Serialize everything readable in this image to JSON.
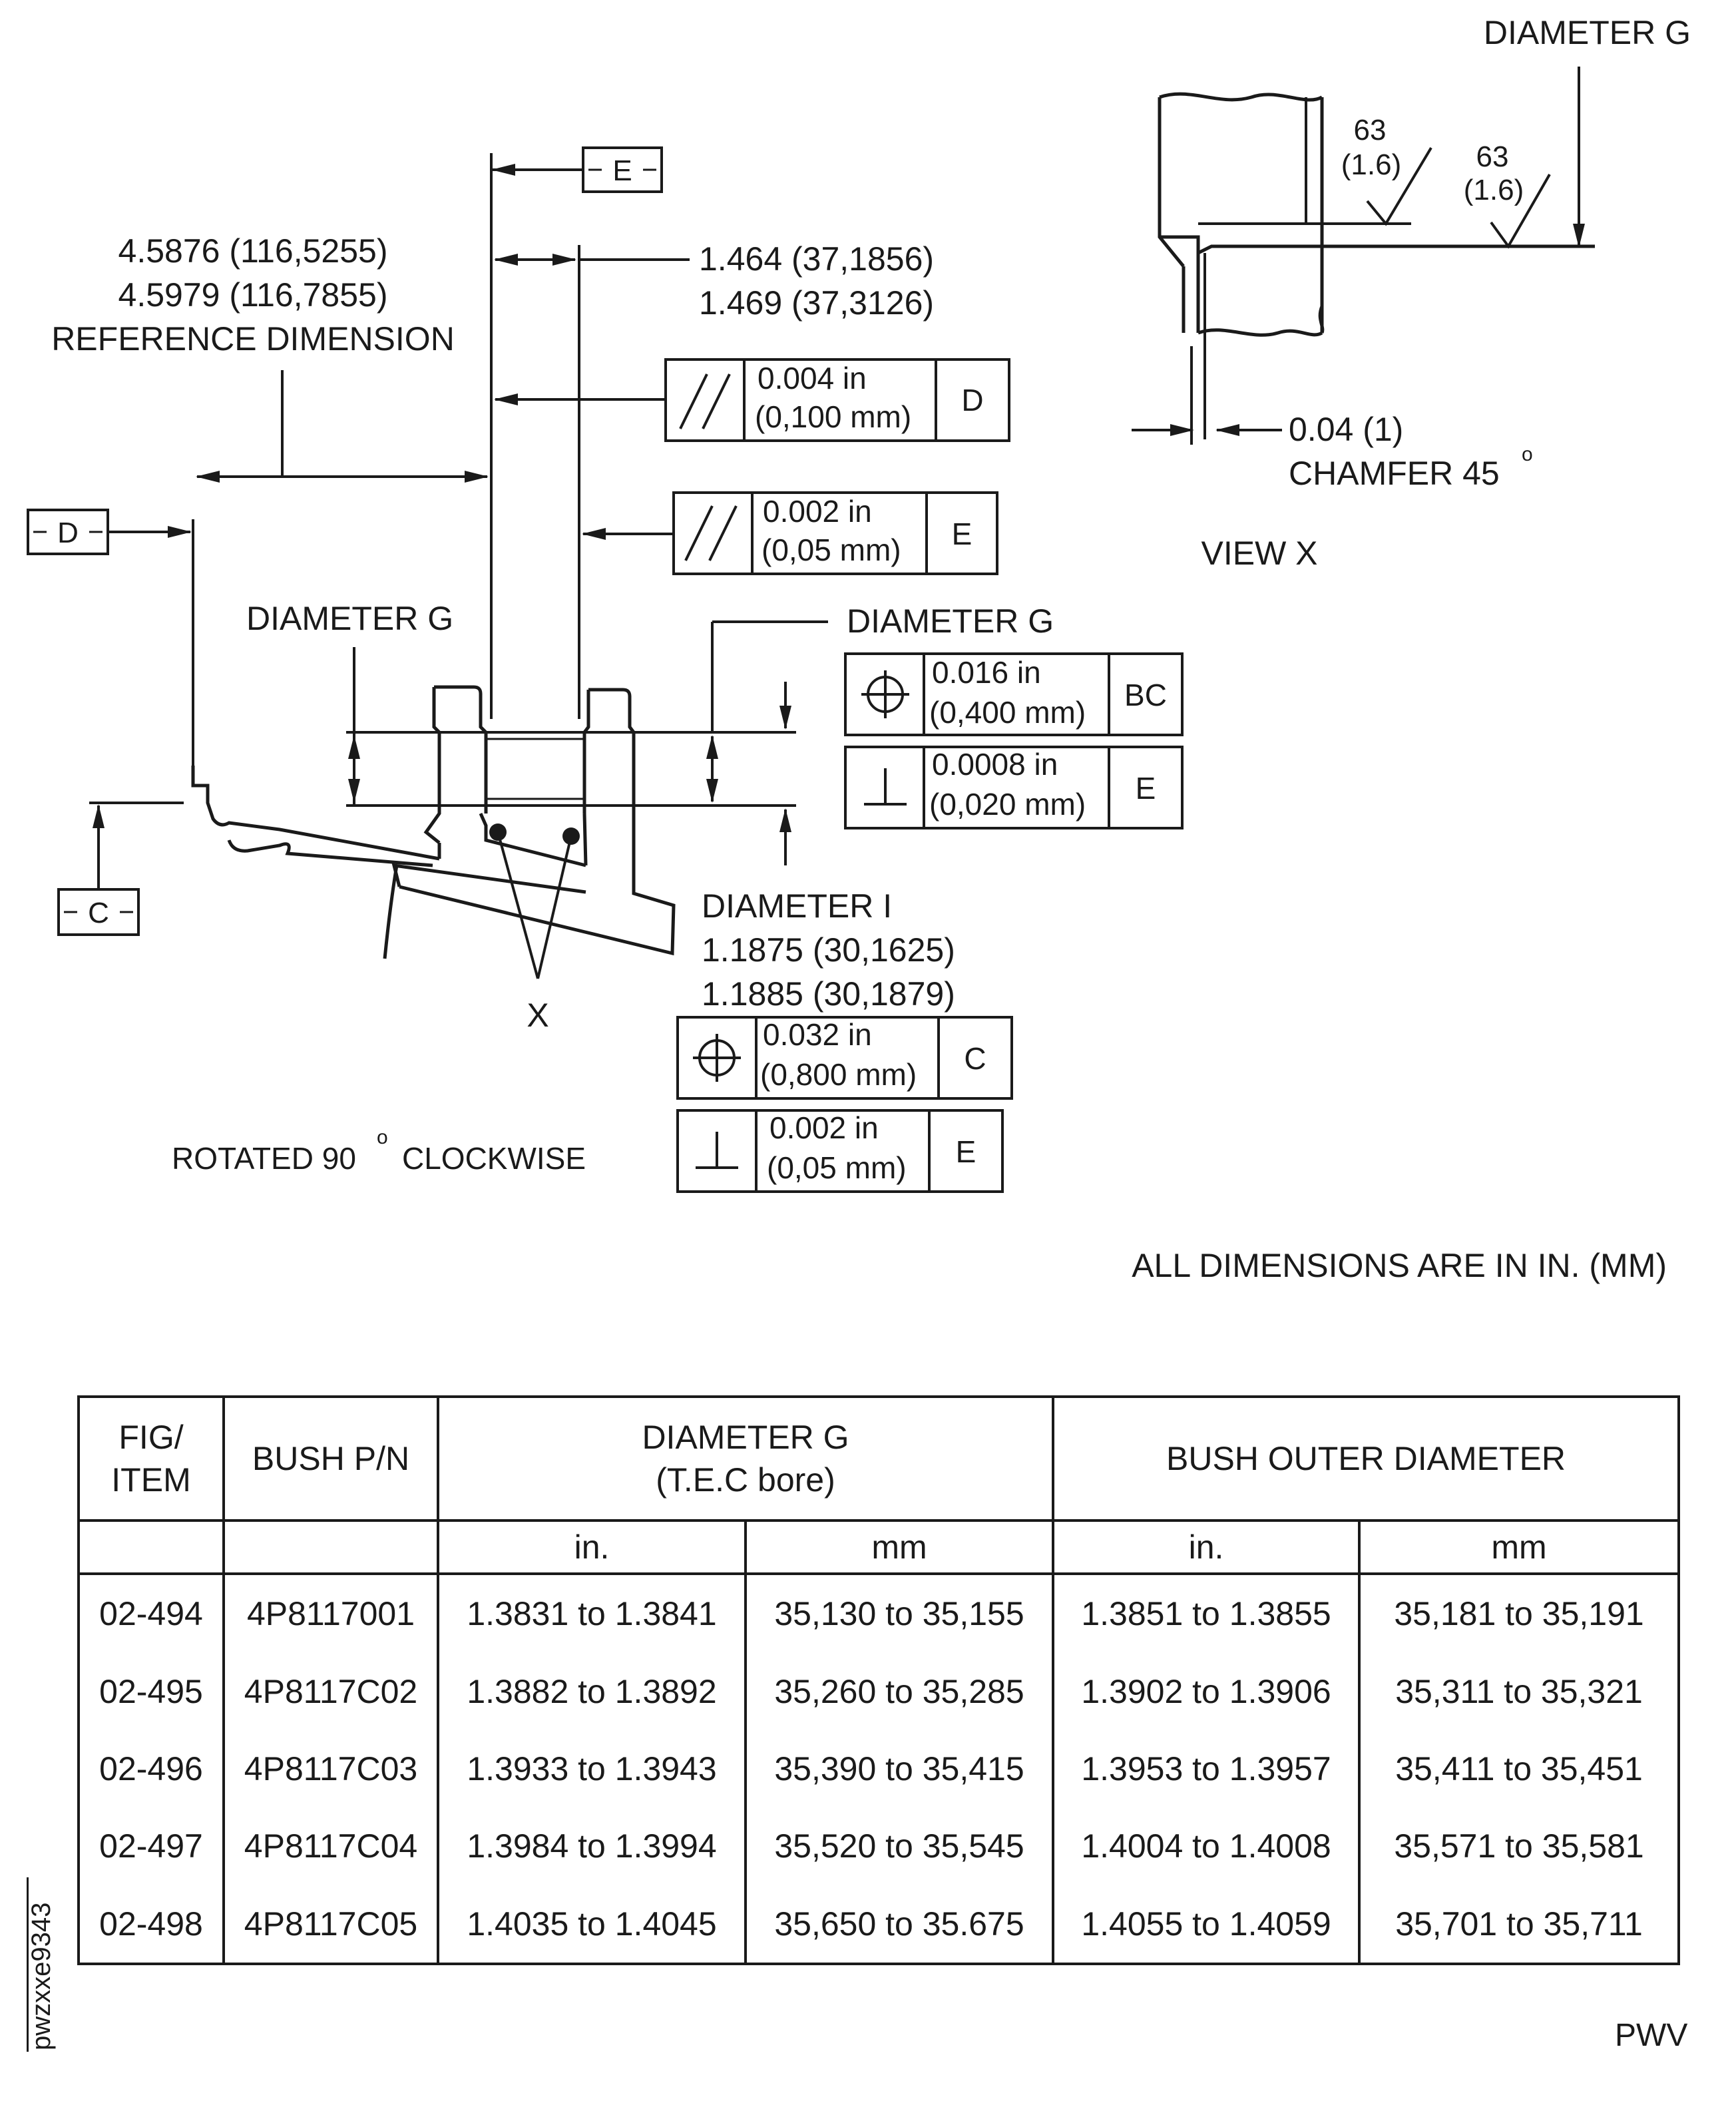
{
  "main_view": {
    "datum_e": "E",
    "datum_d": "D",
    "datum_c": "C",
    "ref_dim_line1": "4.5876 (116,5255)",
    "ref_dim_line2": "4.5979 (116,7855)",
    "ref_dim_line3": "REFERENCE DIMENSION",
    "width_dim_line1": "1.464 (37,1856)",
    "width_dim_line2": "1.469 (37,3126)",
    "diameter_g_left": "DIAMETER G",
    "diameter_g_right": "DIAMETER G",
    "diameter_i_line1": "DIAMETER I",
    "diameter_i_line2": "1.1875 (30,1625)",
    "diameter_i_line3": "1.1885 (30,1879)",
    "detail_marker": "X",
    "rotated_note": "ROTATED 90",
    "rotated_note_deg": "o",
    "rotated_note_tail": "CLOCKWISE"
  },
  "feature_control_frames": {
    "parallel_d": {
      "symbol": "parallelism",
      "tol_in": "0.004 in",
      "tol_mm": "(0,100 mm)",
      "datum": "D"
    },
    "parallel_e": {
      "symbol": "parallelism",
      "tol_in": "0.002 in",
      "tol_mm": "(0,05 mm)",
      "datum": "E"
    },
    "position_bc": {
      "symbol": "position",
      "tol_in": "0.016 in",
      "tol_mm": "(0,400 mm)",
      "datum": "BC"
    },
    "perp_e_1": {
      "symbol": "perpendicularity",
      "tol_in": "0.0008 in",
      "tol_mm": "(0,020 mm)",
      "datum": "E"
    },
    "position_c": {
      "symbol": "position",
      "tol_in": "0.032 in",
      "tol_mm": "(0,800 mm)",
      "datum": "C"
    },
    "perp_e_2": {
      "symbol": "perpendicularity",
      "tol_in": "0.002 in",
      "tol_mm": "(0,05 mm)",
      "datum": "E"
    }
  },
  "view_x": {
    "diameter_g": "DIAMETER G",
    "finish_1": "63",
    "finish_1_metric": "(1.6)",
    "finish_2": "63",
    "finish_2_metric": "(1.6)",
    "chamfer_line1": "0.04 (1)",
    "chamfer_line2": "CHAMFER 45",
    "chamfer_deg": "o",
    "view_label": "VIEW X"
  },
  "units_note": "ALL DIMENSIONS ARE IN IN. (MM)",
  "table": {
    "headers": {
      "fig_item_1": "FIG/",
      "fig_item_2": "ITEM",
      "bush_pn": "BUSH P/N",
      "dia_g_1": "DIAMETER G",
      "dia_g_2": "(T.E.C bore)",
      "bush_od": "BUSH OUTER DIAMETER",
      "unit_in": "in.",
      "unit_mm": "mm"
    },
    "rows": [
      {
        "item": "02-494",
        "pn": "4P8117001",
        "g_in": "1.3831 to 1.3841",
        "g_mm": "35,130 to 35,155",
        "od_in": "1.3851 to 1.3855",
        "od_mm": "35,181 to 35,191"
      },
      {
        "item": "02-495",
        "pn": "4P8117C02",
        "g_in": "1.3882 to 1.3892",
        "g_mm": "35,260 to 35,285",
        "od_in": "1.3902 to 1.3906",
        "od_mm": "35,311 to 35,321"
      },
      {
        "item": "02-496",
        "pn": "4P8117C03",
        "g_in": "1.3933 to 1.3943",
        "g_mm": "35,390 to 35,415",
        "od_in": "1.3953 to 1.3957",
        "od_mm": "35,411 to 35,451"
      },
      {
        "item": "02-497",
        "pn": "4P8117C04",
        "g_in": "1.3984 to 1.3994",
        "g_mm": "35,520 to 35,545",
        "od_in": "1.4004 to 1.4008",
        "od_mm": "35,571 to 35,581"
      },
      {
        "item": "02-498",
        "pn": "4P8117C05",
        "g_in": "1.4035 to 1.4045",
        "g_mm": "35,650 to 35.675",
        "od_in": "1.4055 to 1.4059",
        "od_mm": "35,701 to 35,711"
      }
    ]
  },
  "drawing_code": "pwzxxe9343",
  "corner_mark": "PWV"
}
